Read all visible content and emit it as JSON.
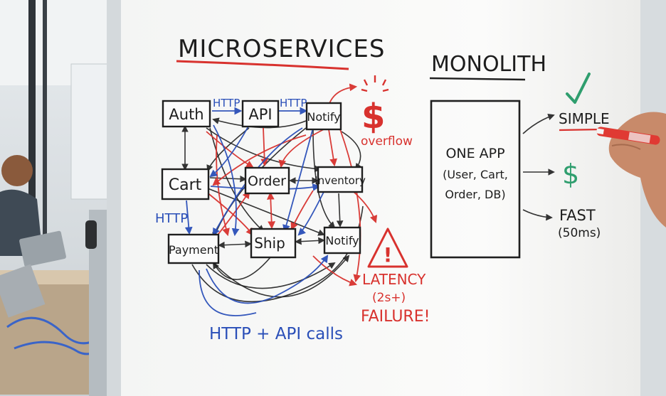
{
  "board": {
    "microservices_title": "MICROSERVICES",
    "monolith_title": "MONOLITH",
    "services": {
      "auth": "Auth",
      "api": "API",
      "notify_top": "Notify",
      "cart": "Cart",
      "order": "Order",
      "inventory": "Inventory",
      "payment": "Payment",
      "ship": "Ship",
      "notify_bottom": "Notify"
    },
    "edge_labels": {
      "http_1": "HTTP",
      "http_2": "HTTP",
      "http_3": "HTTP"
    },
    "costs": {
      "dollar": "$",
      "overflow": "overflow"
    },
    "warnings": {
      "exclamation": "!",
      "latency": "LATENCY",
      "latency_value": "(2s+)",
      "failure": "FAILURE!"
    },
    "bottom_caption": "HTTP + API calls",
    "monolith_box": {
      "line1": "ONE APP",
      "line2": "(User, Cart,",
      "line3": "Order, DB)"
    },
    "benefits": {
      "simple": "SIMPLE",
      "dollar": "$",
      "fast": "FAST",
      "fast_value": "(50ms)"
    }
  },
  "colors": {
    "ink_black": "#1d1d1d",
    "ink_red": "#d8322e",
    "ink_blue": "#2a4fb8",
    "ink_green": "#2f9e6e",
    "board": "#f7f7f6"
  }
}
